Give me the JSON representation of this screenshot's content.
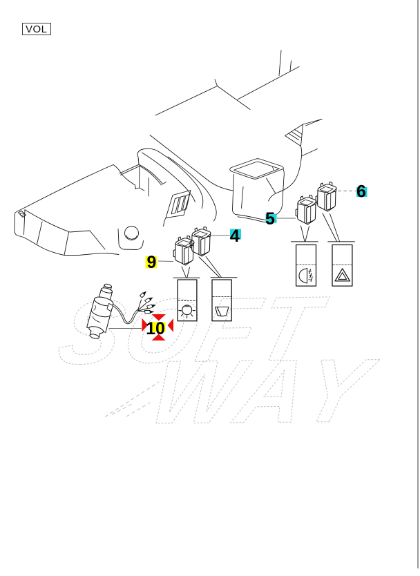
{
  "window": {
    "border_color": "#9a9a9a"
  },
  "header": {
    "doc_code": "VOL"
  },
  "diagram": {
    "ink_color": "#1c1c1c",
    "leader_color": "#6e6e6e",
    "watermark": {
      "line1": "SOFT",
      "line2": "WAY",
      "color": "#c3c3c3"
    },
    "parts": [
      {
        "callout": "4",
        "kind": "rocker-switch"
      },
      {
        "callout": "5",
        "kind": "rocker-switch"
      },
      {
        "callout": "6",
        "kind": "rocker-switch"
      },
      {
        "callout": "9",
        "kind": "rocker-switch"
      },
      {
        "callout": "10",
        "kind": "cigarette-lighter"
      }
    ],
    "symbol_plates": [
      {
        "icon": "lighter-heat-icon"
      },
      {
        "icon": "wiper-icon"
      },
      {
        "icon": "fog-light-icon"
      },
      {
        "icon": "hazard-warning-icon"
      }
    ],
    "callouts": [
      {
        "label": "9",
        "highlight": "#ffff00",
        "selected": false
      },
      {
        "label": "4",
        "highlight": "#25d2da",
        "selected": false
      },
      {
        "label": "5",
        "highlight": "#25d2da",
        "selected": false
      },
      {
        "label": "6",
        "highlight": "#25d2da",
        "selected": false
      },
      {
        "label": "10",
        "highlight": "#ffff00",
        "selected": true,
        "marker_color": "#ee1010"
      }
    ]
  }
}
